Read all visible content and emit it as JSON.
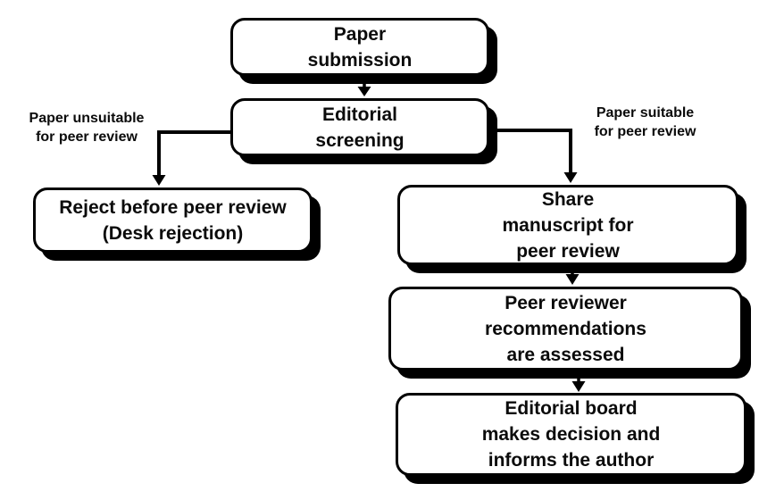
{
  "diagram": {
    "nodes": {
      "paper_submission": {
        "label": "Paper\nsubmission"
      },
      "editorial_screening": {
        "label": "Editorial\nscreening"
      },
      "reject_desk": {
        "label": "Reject before peer review\n(Desk rejection)"
      },
      "share_manuscript": {
        "label": "Share\nmanuscript for\npeer review"
      },
      "peer_recommendations": {
        "label": "Peer reviewer\nrecommendations\nare assessed"
      },
      "editorial_board": {
        "label": "Editorial board\nmakes decision and\ninforms the author"
      }
    },
    "edge_labels": {
      "unsuitable": "Paper unsuitable\nfor peer review",
      "suitable": "Paper suitable\nfor peer review"
    },
    "colors": {
      "ink": "#000000",
      "node_fill": "#ffffff",
      "background": "#ffffff"
    }
  }
}
